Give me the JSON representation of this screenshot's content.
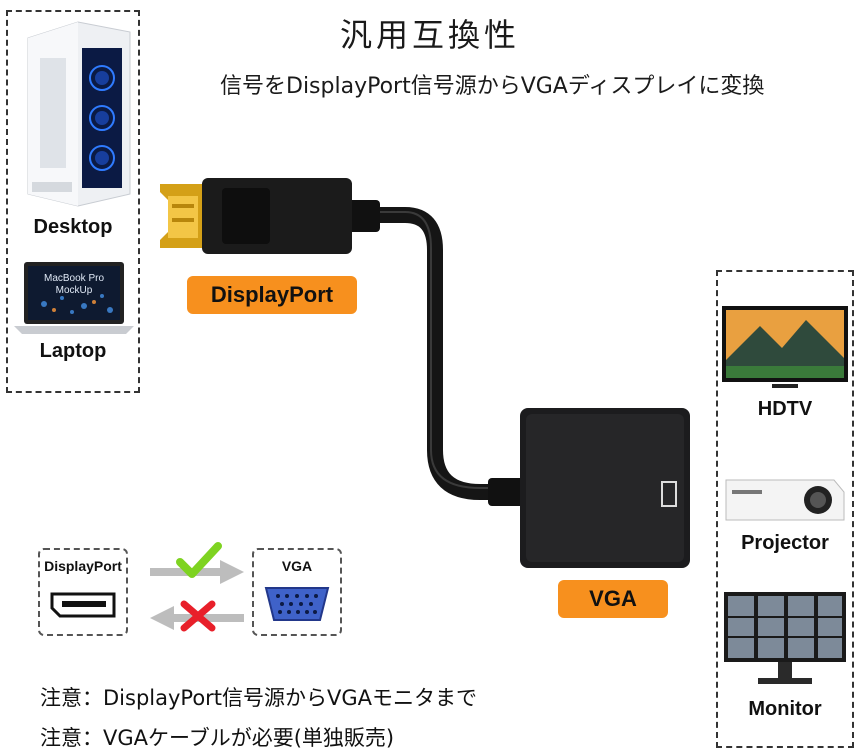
{
  "heading": {
    "title": "汎用互換性",
    "subtitle": "信号をDisplayPort信号源からVGAディスプレイに変換"
  },
  "sources": {
    "desktop_label": "Desktop",
    "laptop_label": "Laptop",
    "laptop_screen_line1": "MacBook Pro",
    "laptop_screen_line2": "MockUp"
  },
  "cable": {
    "input_label": "DisplayPort",
    "output_label": "VGA"
  },
  "displays": {
    "hdtv_label": "HDTV",
    "projector_label": "Projector",
    "monitor_label": "Monitor"
  },
  "direction_diagram": {
    "source_label": "DisplayPort",
    "target_label": "VGA"
  },
  "notes": {
    "note1": "注意：DisplayPort信号源からVGAモニタまで",
    "note2": "注意：VGAケーブルが必要(単独販売)"
  },
  "colors": {
    "accent_orange": "#f7901e",
    "check_green": "#7ed321",
    "cross_red": "#e8202a",
    "vga_blue": "#3f62c9",
    "cable_black": "#151515"
  }
}
